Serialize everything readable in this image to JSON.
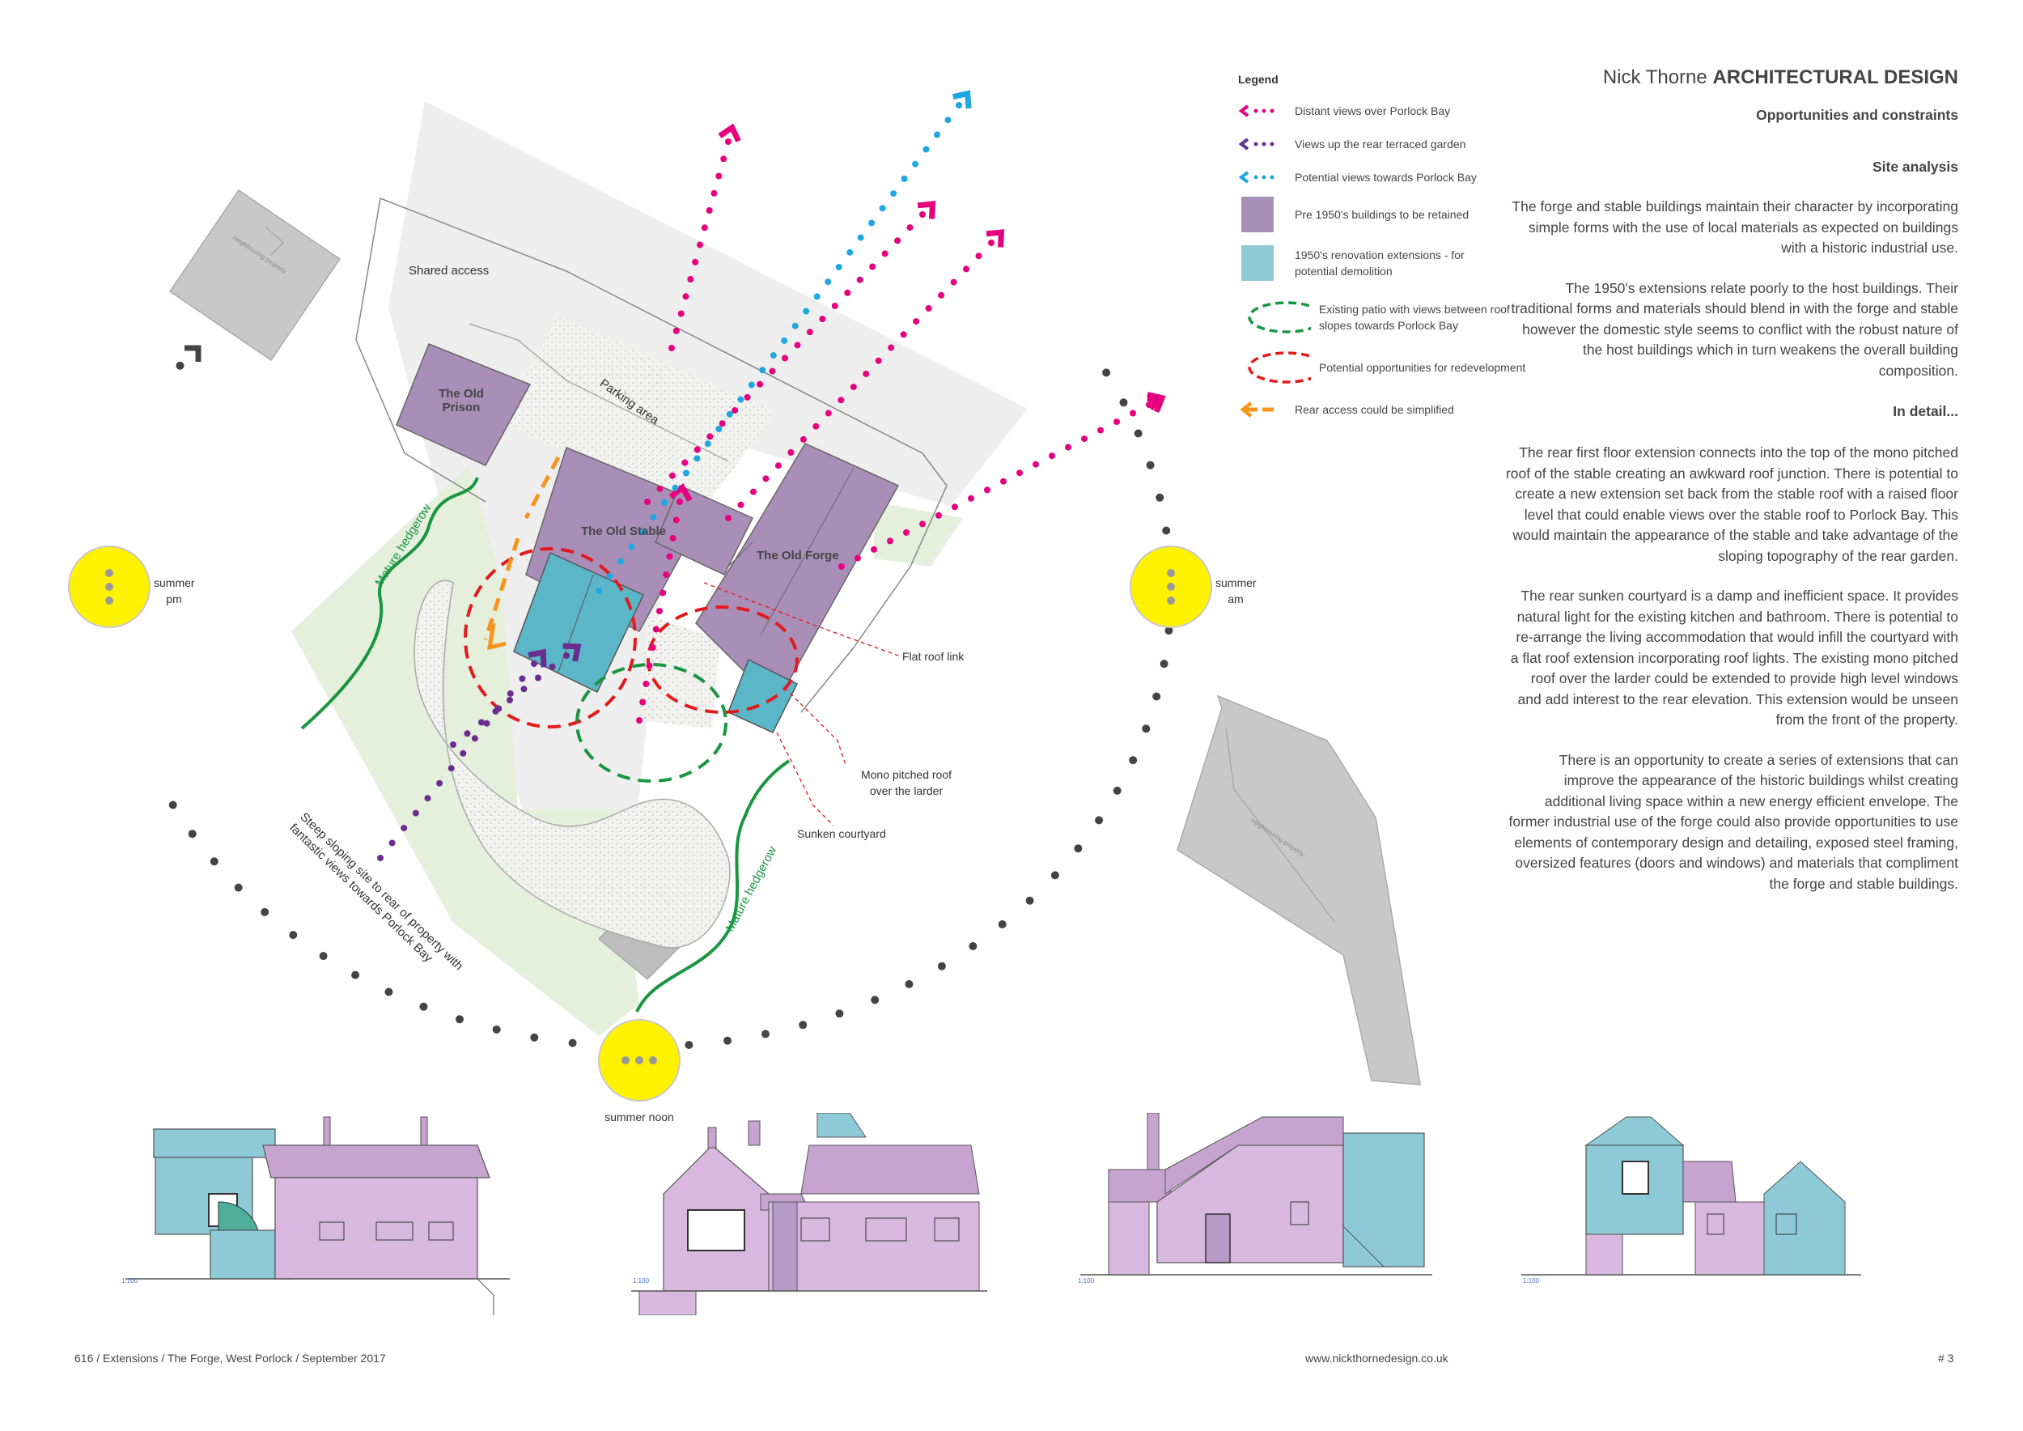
{
  "header": {
    "firm_name": "Nick Thorne",
    "firm_suffix": "ARCHITECTURAL DESIGN",
    "subtitle": "Opportunities and constraints"
  },
  "legend": {
    "title": "Legend",
    "items": [
      {
        "label": "Distant views over Porlock Bay",
        "color": "#e6007e",
        "icon": "dotted-arrow"
      },
      {
        "label": "Views up the rear terraced garden",
        "color": "#6a2c91",
        "icon": "dotted-arrow"
      },
      {
        "label": "Potential views towards Porlock Bay",
        "color": "#1ea7e1",
        "icon": "dotted-arrow"
      },
      {
        "label": "Pre 1950's buildings to be retained",
        "color": "#a98fb8",
        "icon": "swatch"
      },
      {
        "label": "1950's renovation extensions - for potential demolition",
        "color": "#8ec9d8",
        "icon": "swatch"
      },
      {
        "label": "Existing patio with views between roof slopes towards Porlock Bay",
        "color": "#1a9641",
        "icon": "dashed-ellipse"
      },
      {
        "label": "Potential opportunities for redevelopment",
        "color": "#e31a1c",
        "icon": "dashed-ellipse"
      },
      {
        "label": "Rear access could be simplified",
        "color": "#f7941d",
        "icon": "dashed-arrow"
      }
    ]
  },
  "site_analysis": {
    "heading": "Site analysis",
    "p1": "The forge and stable buildings maintain their character by incorporating simple forms with the use of local materials as expected on buildings with a historic industrial use.",
    "p2": "The 1950's extensions relate poorly to the host buildings. Their traditional forms and materials should blend in with the forge and stable however the domestic style seems to conflict with the robust nature of the host buildings which in turn weakens the overall building composition."
  },
  "in_detail": {
    "heading": "In detail...",
    "p1": "The rear first floor extension connects into the top of the mono pitched roof of the stable creating an awkward roof junction. There is potential to create a new extension set back from the stable roof with a raised floor level that could enable views over the stable roof to Porlock Bay. This would maintain the appearance of the stable and take advantage of the sloping topography of the rear garden.",
    "p2": "The rear sunken courtyard is a damp and inefficient space. It provides natural light for the existing kitchen and bathroom. There is potential to re-arrange the living accommodation that would infill the courtyard with a flat roof extension incorporating roof lights. The existing mono pitched roof over the larder could be extended to provide high level windows and add interest to the rear elevation. This extension would be unseen from the front of the property.",
    "p3": "There is an opportunity to create a series of extensions that can improve the appearance of the historic buildings whilst creating additional living space within a new energy efficient envelope. The former industrial use of the forge could also provide opportunities to use elements of contemporary design and detailing, exposed steel framing, oversized features (doors and windows) and materials that compliment the forge and stable buildings."
  },
  "plan_labels": {
    "shared_access": "Shared access",
    "parking_area": "Parking area",
    "old_prison": "The Old Prison",
    "old_stable": "The Old Stable",
    "old_forge": "The Old Forge",
    "mature_hedgerow_1": "Mature hedgerow",
    "mature_hedgerow_2": "Mature hedgerow",
    "steep_site": "Steep sloping site to rear of property with fantastic views towards Porlock Bay",
    "flat_roof_link": "Flat roof link",
    "mono_pitched": "Mono pitched roof over the larder",
    "sunken_courtyard": "Sunken courtyard",
    "neighbouring_property_1": "neighbouring property",
    "neighbouring_property_2": "neighbouring property"
  },
  "sun": {
    "pm": "summer pm",
    "am": "summer am",
    "noon": "summer noon",
    "color": "#fff200"
  },
  "elevations": {
    "scale_labels": [
      "1:100",
      "1:100",
      "1:100",
      "1:100"
    ]
  },
  "footer": {
    "project": "616 / Extensions / The Forge, West Porlock / September 2017",
    "website": "www.nickthornedesign.co.uk",
    "page": "# 3"
  }
}
